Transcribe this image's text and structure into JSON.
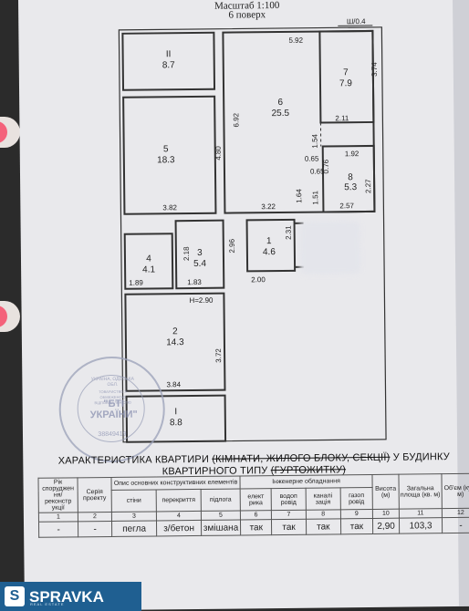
{
  "header": {
    "scale": "Масштаб 1:100",
    "floor": "6 поверх"
  },
  "plan": {
    "section_mark": "Ш/0.4",
    "ceiling_height": "H=2.90",
    "rooms": [
      {
        "no": "ІІ",
        "area": "8.7"
      },
      {
        "no": "5",
        "area": "18.3"
      },
      {
        "no": "6",
        "area": "25.5"
      },
      {
        "no": "7",
        "area": "7.9"
      },
      {
        "no": "8",
        "area": "5.3"
      },
      {
        "no": "1",
        "area": "4.6"
      },
      {
        "no": "3",
        "area": "5.4"
      },
      {
        "no": "4",
        "area": "4.1"
      },
      {
        "no": "2",
        "area": "14.3"
      },
      {
        "no": "І",
        "area": "8.8"
      }
    ],
    "dimensions": [
      "5.92",
      "3.74",
      "6.92",
      "4.80",
      "2.11",
      "1.54",
      "0.76",
      "0.65",
      "0.65",
      "1.92",
      "2.27",
      "1.64",
      "1.51",
      "2.57",
      "3.22",
      "3.82",
      "2.31",
      "2.96",
      "2.18",
      "2.00",
      "1.89",
      "1.83",
      "3.72",
      "3.84"
    ]
  },
  "stamp": {
    "ring_text": "УКРАЇНА, ОДЕСЬКА ОБЛ.",
    "inner_text": "ТОВАРИСТВО З ОБМЕЖЕНОЮ ВІДПОВІДАЛЬНІСТЮ",
    "name": "\"БТІ УКРАЇНИ\"",
    "code": "38849419"
  },
  "caption": {
    "part1": "ХАРАКТЕРИСТИКА КВАРТИРИ ",
    "strike1": "(КІМНАТИ, ЖИЛОГО БЛОКУ, СЕКЦІЇ)",
    "part2": " У БУДИНКУ КВАРТИРНОГО ТИПУ ",
    "strike2": "(ГУРТОЖИТКУ)"
  },
  "table": {
    "h_year": "Рік споруджен ня/ реконстр укції",
    "h_series": "Серія проекту",
    "h_constr": "Опис основних конструктивних елементів",
    "h_eng": "Інженерне обладнання",
    "h_height": "Висота (м)",
    "h_total": "Загальна площа (кв. м)",
    "h_volume": "Об'єм (куб. м)",
    "h_walls": "стіни",
    "h_floors": "перекриття",
    "h_flooring": "підлога",
    "h_electric": "елект рика",
    "h_water": "водоп ровід",
    "h_sewer": "каналі зація",
    "h_gas": "газоп ровід",
    "nums": [
      "1",
      "2",
      "3",
      "4",
      "5",
      "6",
      "7",
      "8",
      "9",
      "10",
      "11",
      "12"
    ],
    "values": [
      "-",
      "-",
      "пегла",
      "з/бетон",
      "змішана",
      "так",
      "так",
      "так",
      "так",
      "2,90",
      "103,3",
      "-"
    ]
  },
  "logo": {
    "letter": "S",
    "name": "SPRAVKA",
    "sub": "REAL ESTATE"
  }
}
